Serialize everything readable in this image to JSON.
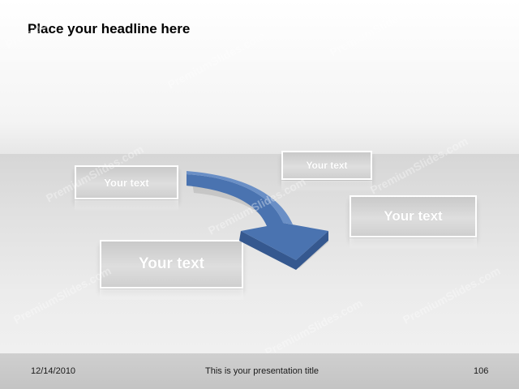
{
  "headline": "Place your headline here",
  "boxes": {
    "top_left": "Your text",
    "top_right": "Your text",
    "middle_right": "Your text",
    "bottom_left": "Your text"
  },
  "watermark": "PremiumSlides.com",
  "footer": {
    "date": "12/14/2010",
    "title": "This is your presentation title",
    "page": "106"
  },
  "colors": {
    "arrow": "#4a73b0",
    "arrow_dark": "#35588f",
    "box_text": "#ffffff"
  }
}
